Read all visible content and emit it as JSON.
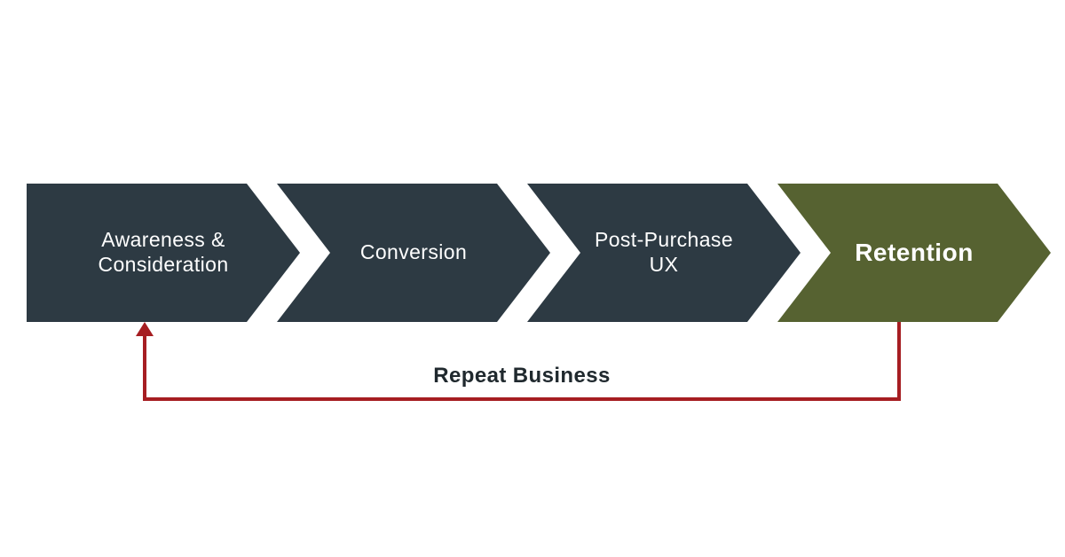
{
  "diagram": {
    "background": "#ffffff",
    "stages": [
      {
        "label": "Awareness & Consideration",
        "color": "#2d3a43",
        "text_color": "#ffffff"
      },
      {
        "label": "Conversion",
        "color": "#2d3a43",
        "text_color": "#ffffff"
      },
      {
        "label": "Post-Purchase UX",
        "color": "#2d3a43",
        "text_color": "#ffffff"
      },
      {
        "label": "Retention",
        "color": "#566231",
        "text_color": "#ffffff"
      }
    ],
    "loop_arrow": {
      "label": "Repeat Business",
      "color": "#a61e22",
      "label_color": "#20292e",
      "from_stage": "Retention",
      "to_stage": "Awareness & Consideration"
    }
  }
}
